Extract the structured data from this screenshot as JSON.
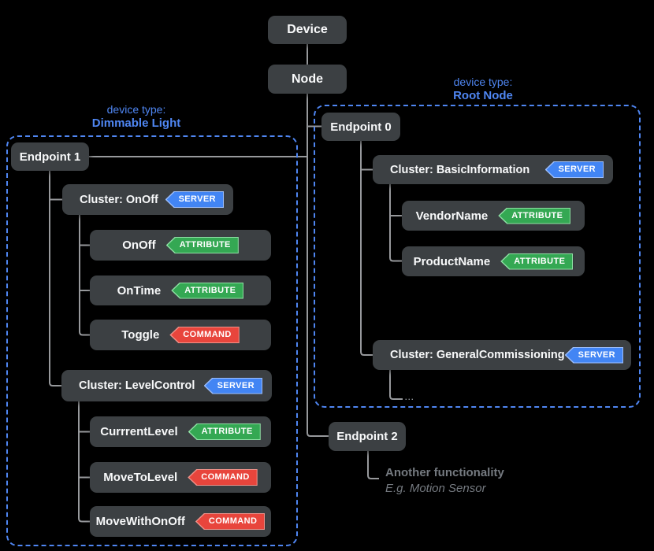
{
  "top": {
    "device": "Device",
    "node": "Node"
  },
  "groups": {
    "dimmable": {
      "prefix": "device type:",
      "name": "Dimmable Light"
    },
    "root": {
      "prefix": "device type:",
      "name": "Root Node"
    }
  },
  "badges": {
    "server": "SERVER",
    "attribute": "ATTRIBUTE",
    "command": "COMMAND"
  },
  "nodes": {
    "endpoint1": {
      "label": "Endpoint 1"
    },
    "cluster_onoff": {
      "label": "Cluster: OnOff",
      "badge": "server"
    },
    "onoff": {
      "label": "OnOff",
      "badge": "attribute"
    },
    "ontime": {
      "label": "OnTime",
      "badge": "attribute"
    },
    "toggle": {
      "label": "Toggle",
      "badge": "command"
    },
    "cluster_levelcontrol": {
      "label": "Cluster: LevelControl",
      "badge": "server"
    },
    "currrentlevel": {
      "label": "CurrrentLevel",
      "badge": "attribute"
    },
    "movetolevel": {
      "label": "MoveToLevel",
      "badge": "command"
    },
    "movewithonoff": {
      "label": "MoveWithOnOff",
      "badge": "command"
    },
    "endpoint0": {
      "label": "Endpoint 0"
    },
    "cluster_basicinformation": {
      "label": "Cluster: BasicInformation",
      "badge": "server"
    },
    "vendorname": {
      "label": "VendorName",
      "badge": "attribute"
    },
    "productname": {
      "label": "ProductName",
      "badge": "attribute"
    },
    "cluster_generalcommissioning": {
      "label": "Cluster: GeneralCommissioning",
      "badge": "server"
    },
    "endpoint2": {
      "label": "Endpoint 2"
    }
  },
  "notes": {
    "ellipsis": "...",
    "endpoint2_line1": "Another functionality",
    "endpoint2_line2": "E.g. Motion Sensor"
  },
  "colors": {
    "background": "#000000",
    "box_fill": "#3c4043",
    "accent_blue": "#4f86f2",
    "badge_server": "#4285f4",
    "badge_attribute": "#34a853",
    "badge_command": "#e8453c",
    "connector_line": "#97999c",
    "note_text": "#757a80"
  }
}
